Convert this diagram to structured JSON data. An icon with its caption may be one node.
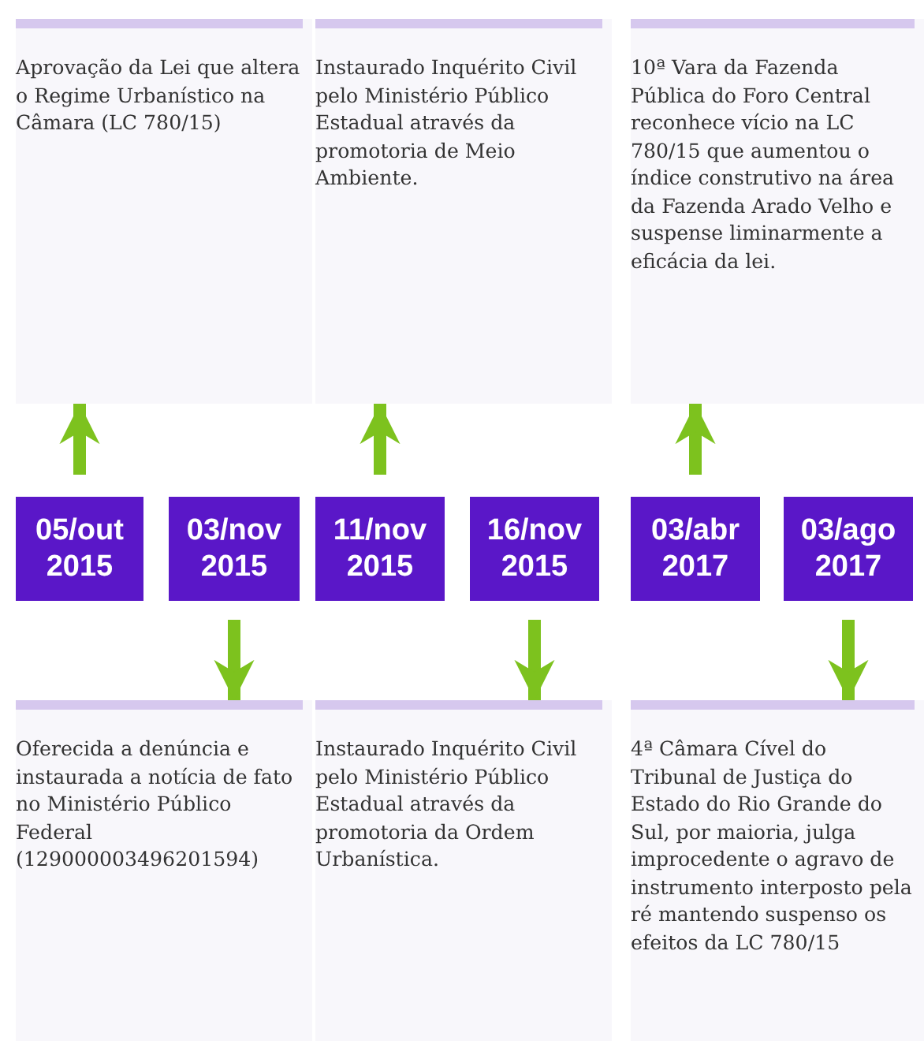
{
  "diagram": {
    "nodes": [
      {
        "text": [
          "Aprovação da Lei que altera o Regime Urbanístico na Câmara (LC 780/15)"
        ]
      },
      {
        "text": [
          "Instaurado Inquérito Civil pelo Ministério Público Estadual através da promotoria de Meio Ambiente."
        ]
      },
      {
        "text": [
          "10ª Vara da Fazenda Pública do Foro Central reconhece vício na LC 780/15 que aumentou o índice construtivo na área da Fazenda Arado Velho e suspense liminarmente a eficácia da lei."
        ]
      },
      {
        "text": [
          "05/out 2015"
        ]
      },
      {
        "text": [
          "03/nov 2015"
        ]
      },
      {
        "text": [
          "11/nov 2015"
        ]
      },
      {
        "text": [
          "16/nov 2015"
        ]
      },
      {
        "text": [
          "03/abr 2017"
        ]
      },
      {
        "text": [
          "03/ago 2017"
        ]
      },
      {
        "text": [
          "Oferecida a denúncia e instaurada a notícia de fato no Ministério Público Federal (129000003496201594)"
        ]
      },
      {
        "text": [
          "Instaurado Inquérito Civil pelo Ministério Público Estadual através da promotoria da Ordem Urbanística."
        ]
      },
      {
        "text": [
          "4ª Câmara Cível do Tribunal de Justiça do Estado do Rio Grande do Sul, por maioria, julga improcedente o agravo de instrumento interposto pela ré mantendo suspenso os efeitos da LC 780/15"
        ]
      }
    ],
    "edges": [
      {
        "from": 3,
        "to": 0,
        "arrow": "to"
      },
      {
        "from": 4,
        "to": 9,
        "arrow": "to"
      },
      {
        "from": 5,
        "to": 1,
        "arrow": "to"
      },
      {
        "from": 6,
        "to": 10,
        "arrow": "to"
      },
      {
        "from": 7,
        "to": 2,
        "arrow": "to"
      },
      {
        "from": 8,
        "to": 11,
        "arrow": "to"
      }
    ]
  }
}
